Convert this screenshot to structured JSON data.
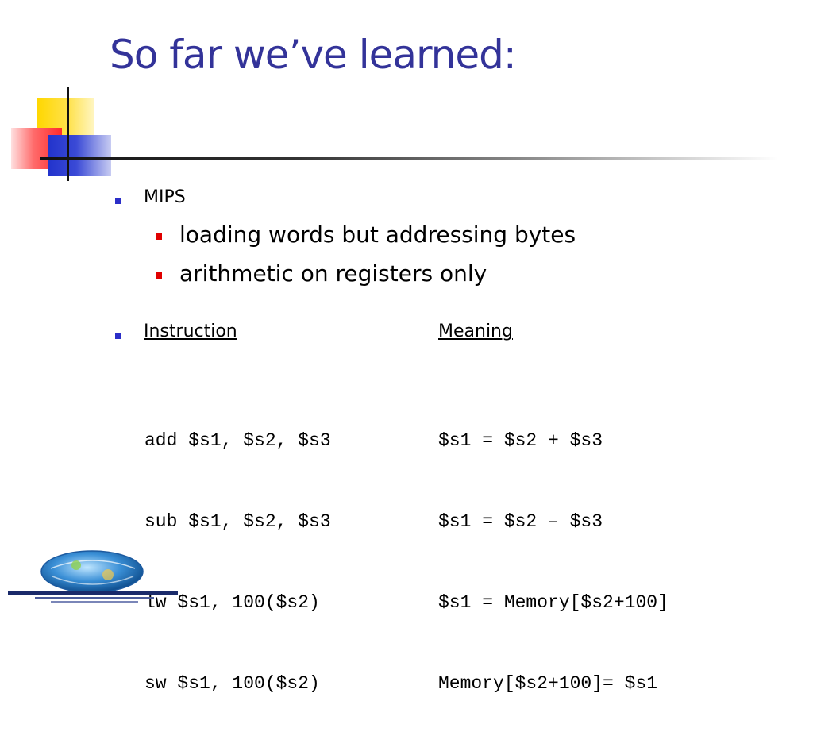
{
  "title": "So far we’ve learned:",
  "bullets": [
    {
      "text": "MIPS",
      "children": [
        "loading words but addressing bytes",
        "arithmetic on registers only"
      ]
    }
  ],
  "table": {
    "headers": [
      "Instruction",
      "Meaning"
    ],
    "rows": [
      {
        "instruction": "add $s1, $s2, $s3",
        "meaning": "$s1 = $s2 + $s3"
      },
      {
        "instruction": "sub $s1, $s2, $s3",
        "meaning": "$s1 = $s2 – $s3"
      },
      {
        "instruction": "lw $s1, 100($s2)",
        "meaning": "$s1 = Memory[$s2+100]"
      },
      {
        "instruction": "sw $s1, 100($s2)",
        "meaning": "Memory[$s2+100]= $s1"
      }
    ]
  },
  "colors": {
    "title": "#333399",
    "bullet_level1": "#2b2ec8",
    "bullet_level2": "#e00000"
  },
  "logo": {
    "icon": "university-logo-icon"
  }
}
